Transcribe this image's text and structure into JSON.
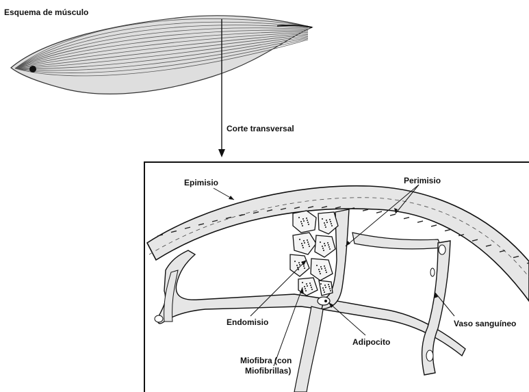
{
  "title": "Esquema de músculo",
  "cut_label": "Corte transversal",
  "labels": {
    "epimisio": "Epimisio",
    "perimisio": "Perimisio",
    "endomisio": "Endomisio",
    "miofibra_line1": "Miofibra (con",
    "miofibra_line2": "Miofibrillas)",
    "adipocito": "Adipocito",
    "vaso": "Vaso sanguíneo"
  },
  "colors": {
    "ink": "#111111",
    "tissue": "#e8e8e8",
    "muscle": "#dcdcdc",
    "paper": "#ffffff"
  }
}
